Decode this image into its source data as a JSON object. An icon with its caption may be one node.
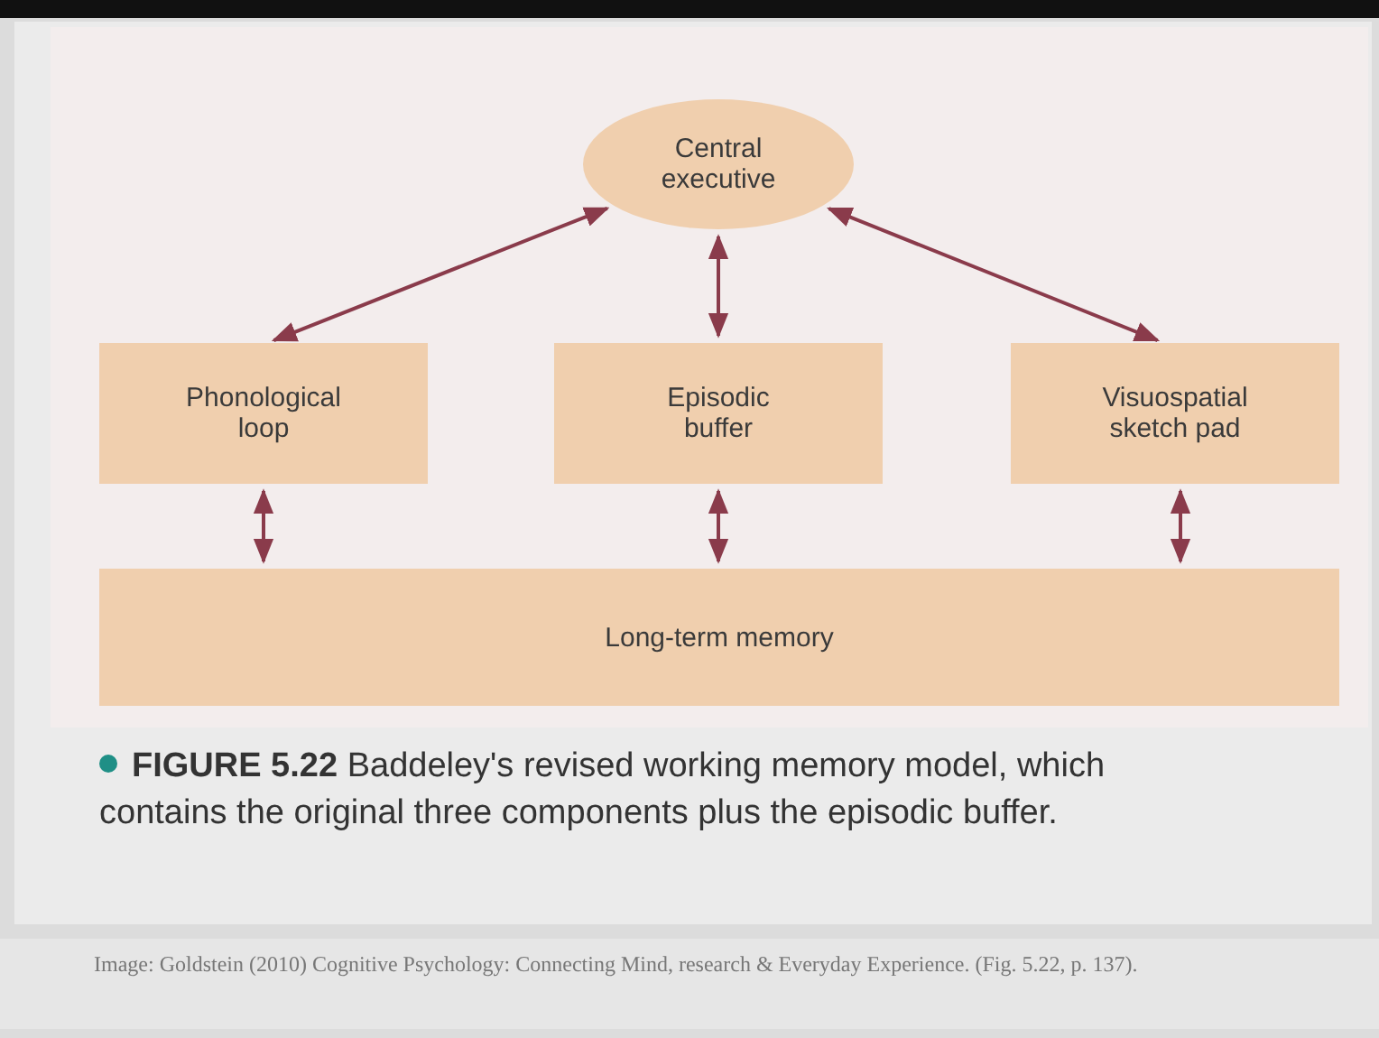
{
  "diagram": {
    "caption": "**FIGURE 5.22** Baddeley's revised working memory model, which contains the original three components plus the episodic buffer.",
    "nodes": [
      {
        "text": [
          "Central executive"
        ]
      },
      {
        "text": [
          "Phonological loop"
        ]
      },
      {
        "text": [
          "Episodic buffer"
        ]
      },
      {
        "text": [
          "Visuospatial sketch pad"
        ]
      },
      {
        "text": [
          "Long-term memory"
        ]
      }
    ],
    "edges": [
      {
        "from": 0,
        "to": 1,
        "arrow": "both"
      },
      {
        "from": 0,
        "to": 2,
        "arrow": "both"
      },
      {
        "from": 0,
        "to": 3,
        "arrow": "both"
      },
      {
        "from": 1,
        "to": 4,
        "arrow": "both"
      },
      {
        "from": 2,
        "to": 4,
        "arrow": "both"
      },
      {
        "from": 3,
        "to": 4,
        "arrow": "both"
      }
    ],
    "labels": [
      "Image: Goldstein (2010) Cognitive Psychology: Connecting Mind, research & Everyday Experience. (Fig. 5.22, p. 137)."
    ]
  }
}
